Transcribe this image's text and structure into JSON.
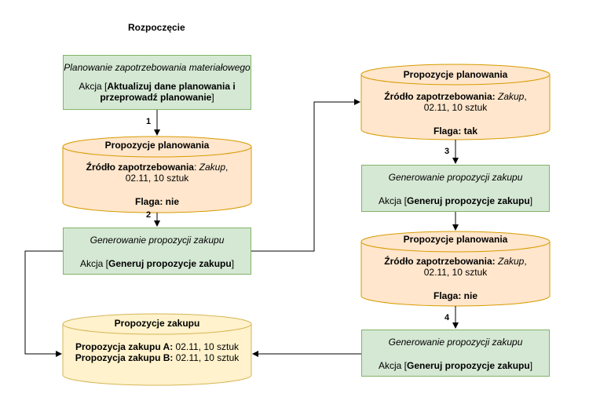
{
  "heading": "Rozpoczęcie",
  "step_numbers": [
    "1",
    "2",
    "3",
    "4"
  ],
  "nodes": {
    "plan": {
      "title": "Planowanie zapotrzebowania materiałowego",
      "action_prefix": "Akcja [",
      "action_bold": "Aktualizuj dane planowania i przeprowadź planowanie",
      "action_suffix": "]"
    },
    "gen1": {
      "title": "Generowanie propozycji zakupu",
      "action_prefix": "Akcja [",
      "action_bold": "Generuj propozycje zakupu",
      "action_suffix": "]"
    },
    "gen2": {
      "title": "Generowanie propozycji zakupu",
      "action_prefix": "Akcja [",
      "action_bold": "Generuj propozycje zakupu",
      "action_suffix": "]"
    },
    "gen3": {
      "title": "Generowanie propozycji zakupu",
      "action_prefix": "Akcja [",
      "action_bold": "Generuj propozycje zakupu",
      "action_suffix": "]"
    },
    "pp1": {
      "title": "Propozycje planowania",
      "source_label": "Źródło zapotrzebowania",
      "source_value": "Zakup",
      "source_detail": "02.11, 10 sztuk",
      "flag_label": "Flaga: nie"
    },
    "pp2": {
      "title": "Propozycje planowania",
      "source_label": "Źródło zapotrzebowania:",
      "source_value": "Zakup",
      "source_detail": "02.11, 10 sztuk",
      "flag_label": "Flaga: tak"
    },
    "pp3": {
      "title": "Propozycje planowania",
      "source_label": "Źródło zapotrzebowania:",
      "source_value": "Zakup",
      "source_detail": "02.11, 10 sztuk",
      "flag_label": "Flaga: nie"
    },
    "pz": {
      "title": "Propozycje zakupu",
      "line_a_label": "Propozycja zakupu A:",
      "line_a_value": "02.11, 10 sztuk",
      "line_b_label": "Propozycja zakupu B:",
      "line_b_value": "02.11, 10 sztuk"
    }
  },
  "colors": {
    "process_fill": "#d5e8d4",
    "process_stroke": "#82b366",
    "planning_fill": "#ffe6cc",
    "planning_stroke": "#d79b00",
    "purchase_fill": "#fff2cc",
    "purchase_stroke": "#d6b656"
  }
}
